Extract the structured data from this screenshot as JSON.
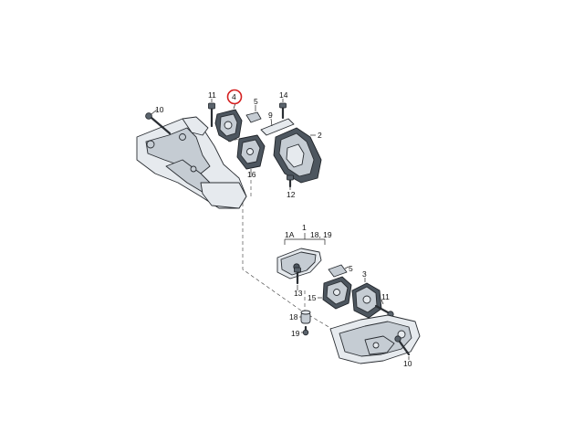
{
  "callouts": {
    "c1": "1",
    "c1a": "1A",
    "c1819": "18, 19",
    "c2": "2",
    "c3": "3",
    "c4": "4",
    "c5a": "5",
    "c5b": "5",
    "c9": "9",
    "c10a": "10",
    "c10b": "10",
    "c11a": "11",
    "c11b": "11",
    "c12": "12",
    "c13": "13",
    "c14": "14",
    "c15": "15",
    "c16": "16",
    "c18": "18",
    "c19": "19"
  },
  "highlight_color": "#d42020"
}
